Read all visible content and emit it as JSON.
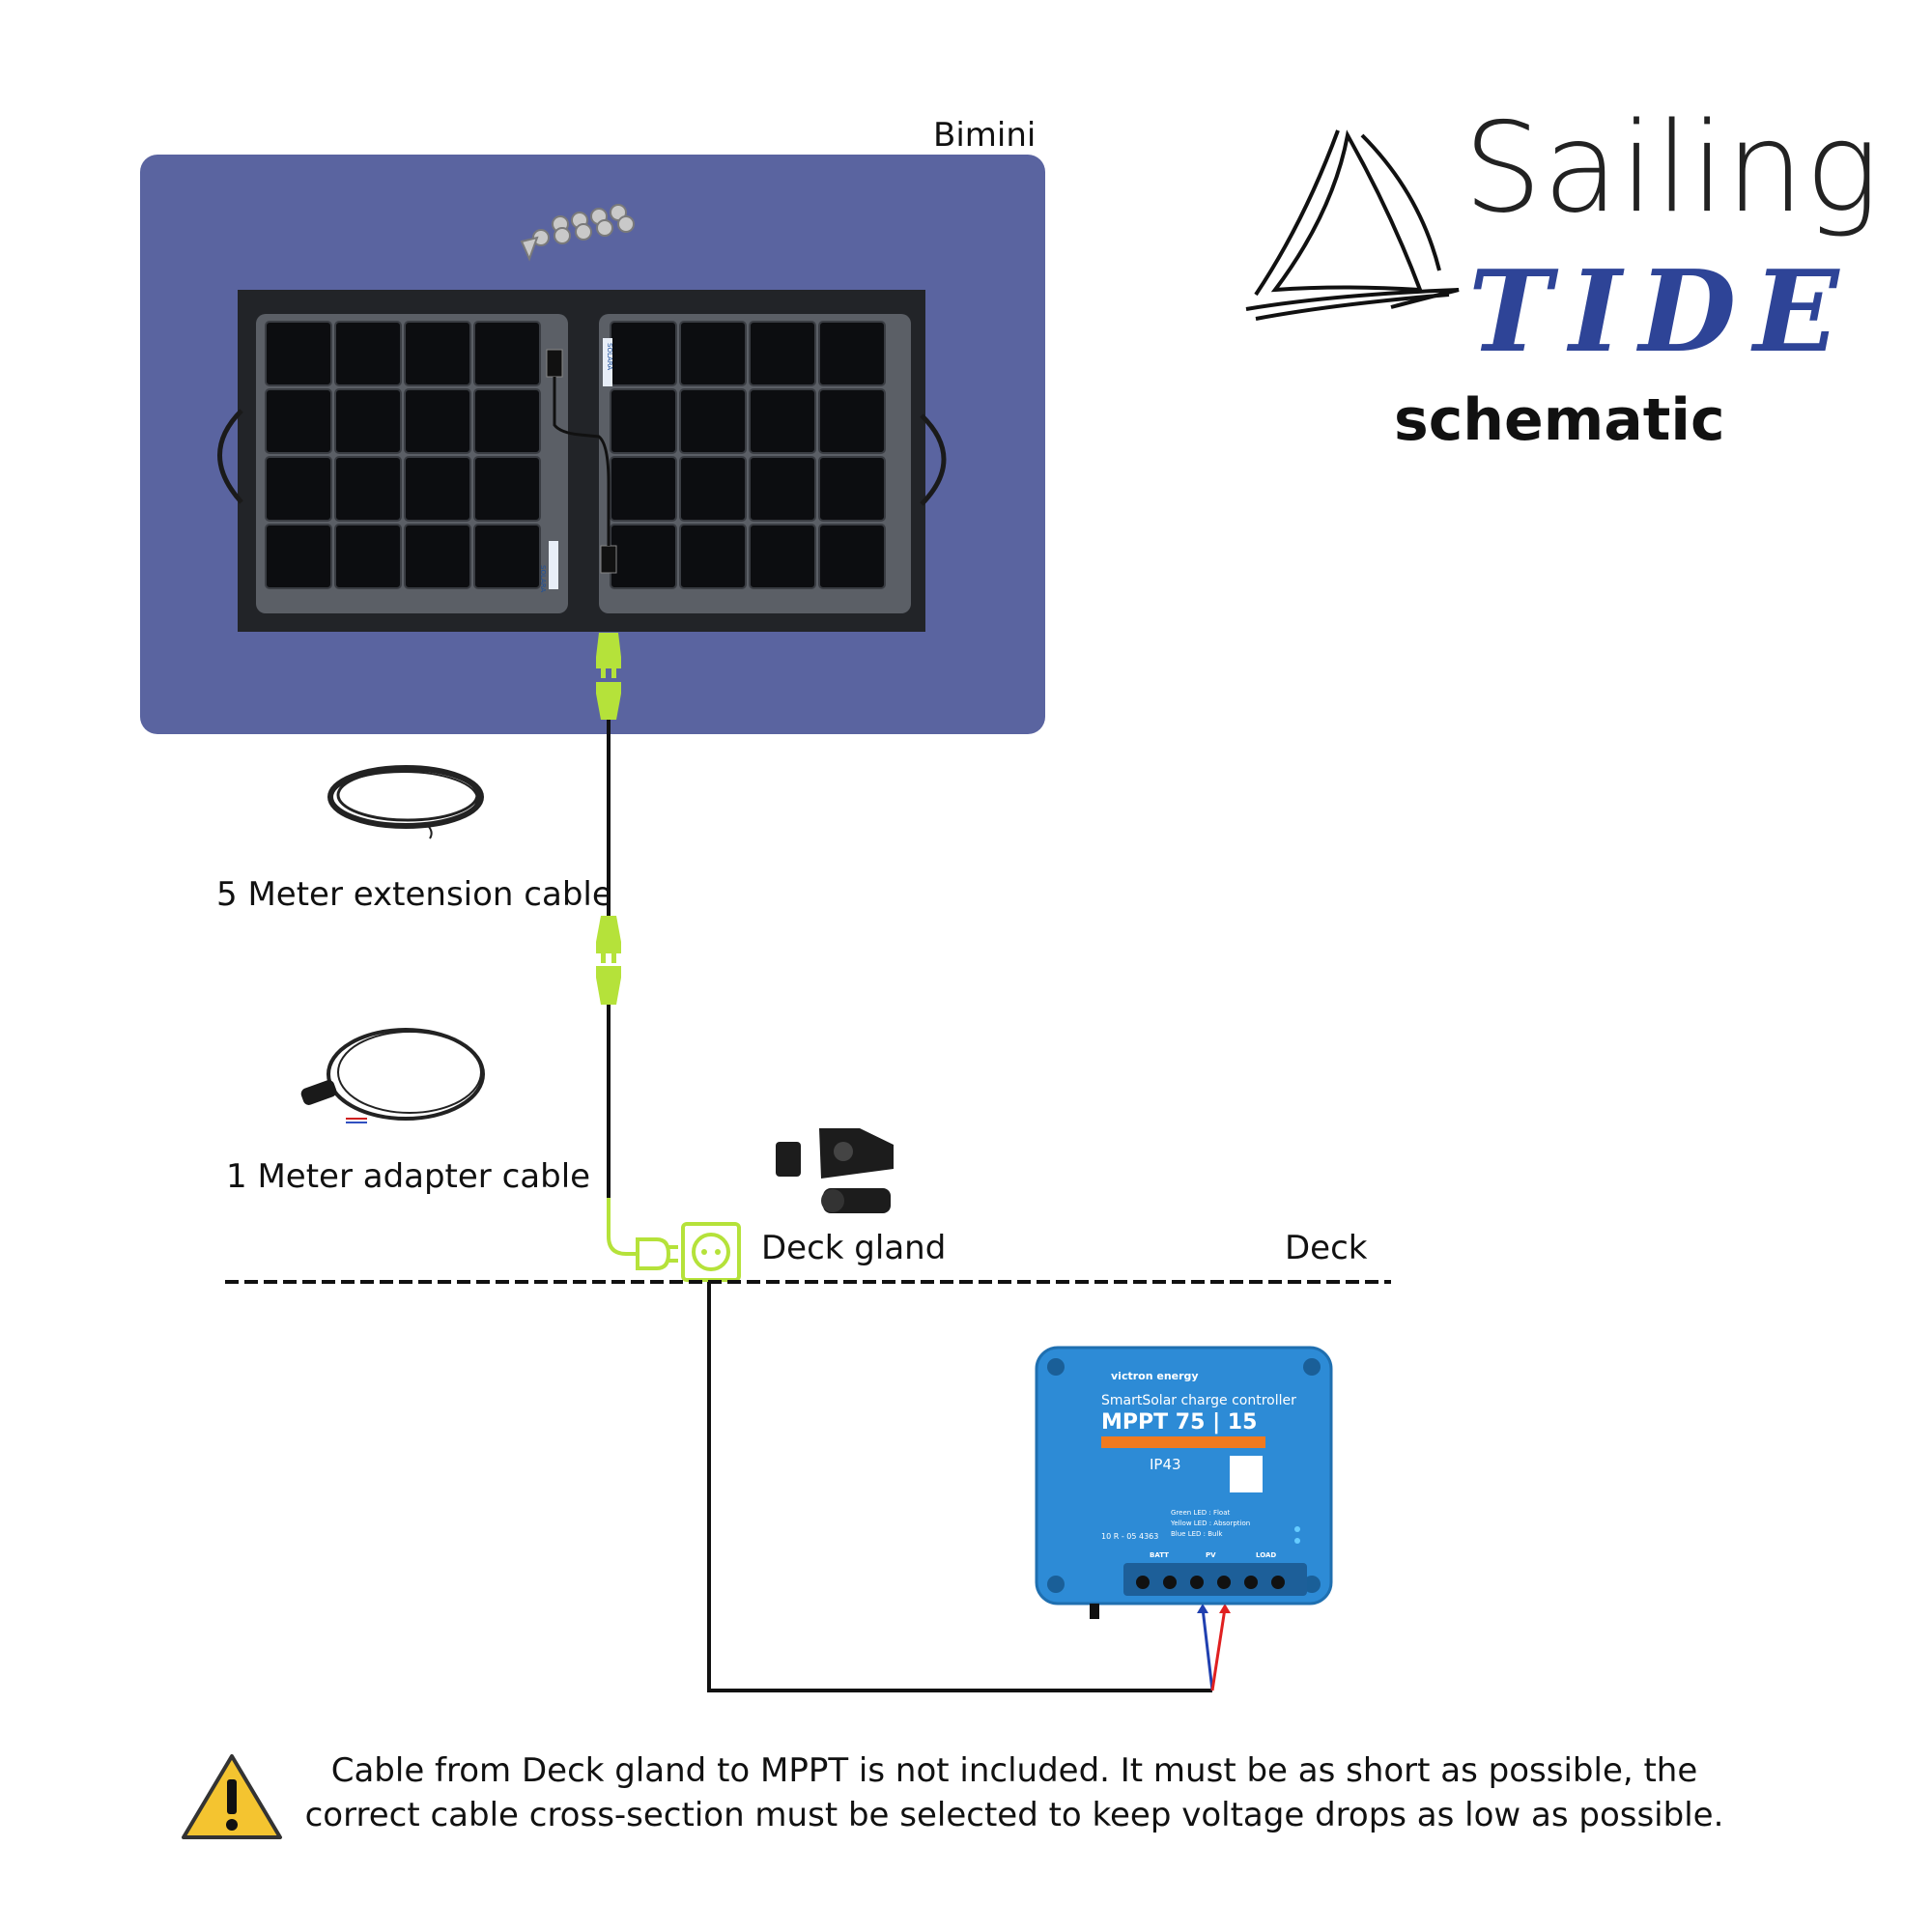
{
  "brand": {
    "line1": "Sailing",
    "line2": "TIDE",
    "subtitle": "schematic"
  },
  "labels": {
    "bimini": "Bimini",
    "extension_cable": "5 Meter extension cable",
    "adapter_cable": "1 Meter adapter cable",
    "deck_gland": "Deck gland",
    "deck": "Deck"
  },
  "panel": {
    "tag_text": "SOLARA"
  },
  "controller": {
    "brand": "victron energy",
    "product": "SmartSolar charge controller",
    "model": "MPPT 75 | 15",
    "rating": "IP43",
    "serial": "10 R - 05 4363",
    "led_legend": [
      "Green LED : Float",
      "Yellow LED : Absorption",
      "Blue LED : Bulk"
    ],
    "terminals": [
      "BATT",
      "PV",
      "LOAD"
    ]
  },
  "warning": {
    "icon": "warning-triangle-icon",
    "text": "Cable from Deck gland to MPPT is not included. It must be as short as possible, the correct cable cross-section must be selected to keep voltage drops as low as possible."
  },
  "colors": {
    "bimini_fill": "#5a64a0",
    "connector": "#b5e23a",
    "brand_blue": "#2e4497",
    "controller_blue": "#2d8bd6",
    "controller_orange": "#f07a20",
    "warning_yellow": "#f4c430"
  }
}
